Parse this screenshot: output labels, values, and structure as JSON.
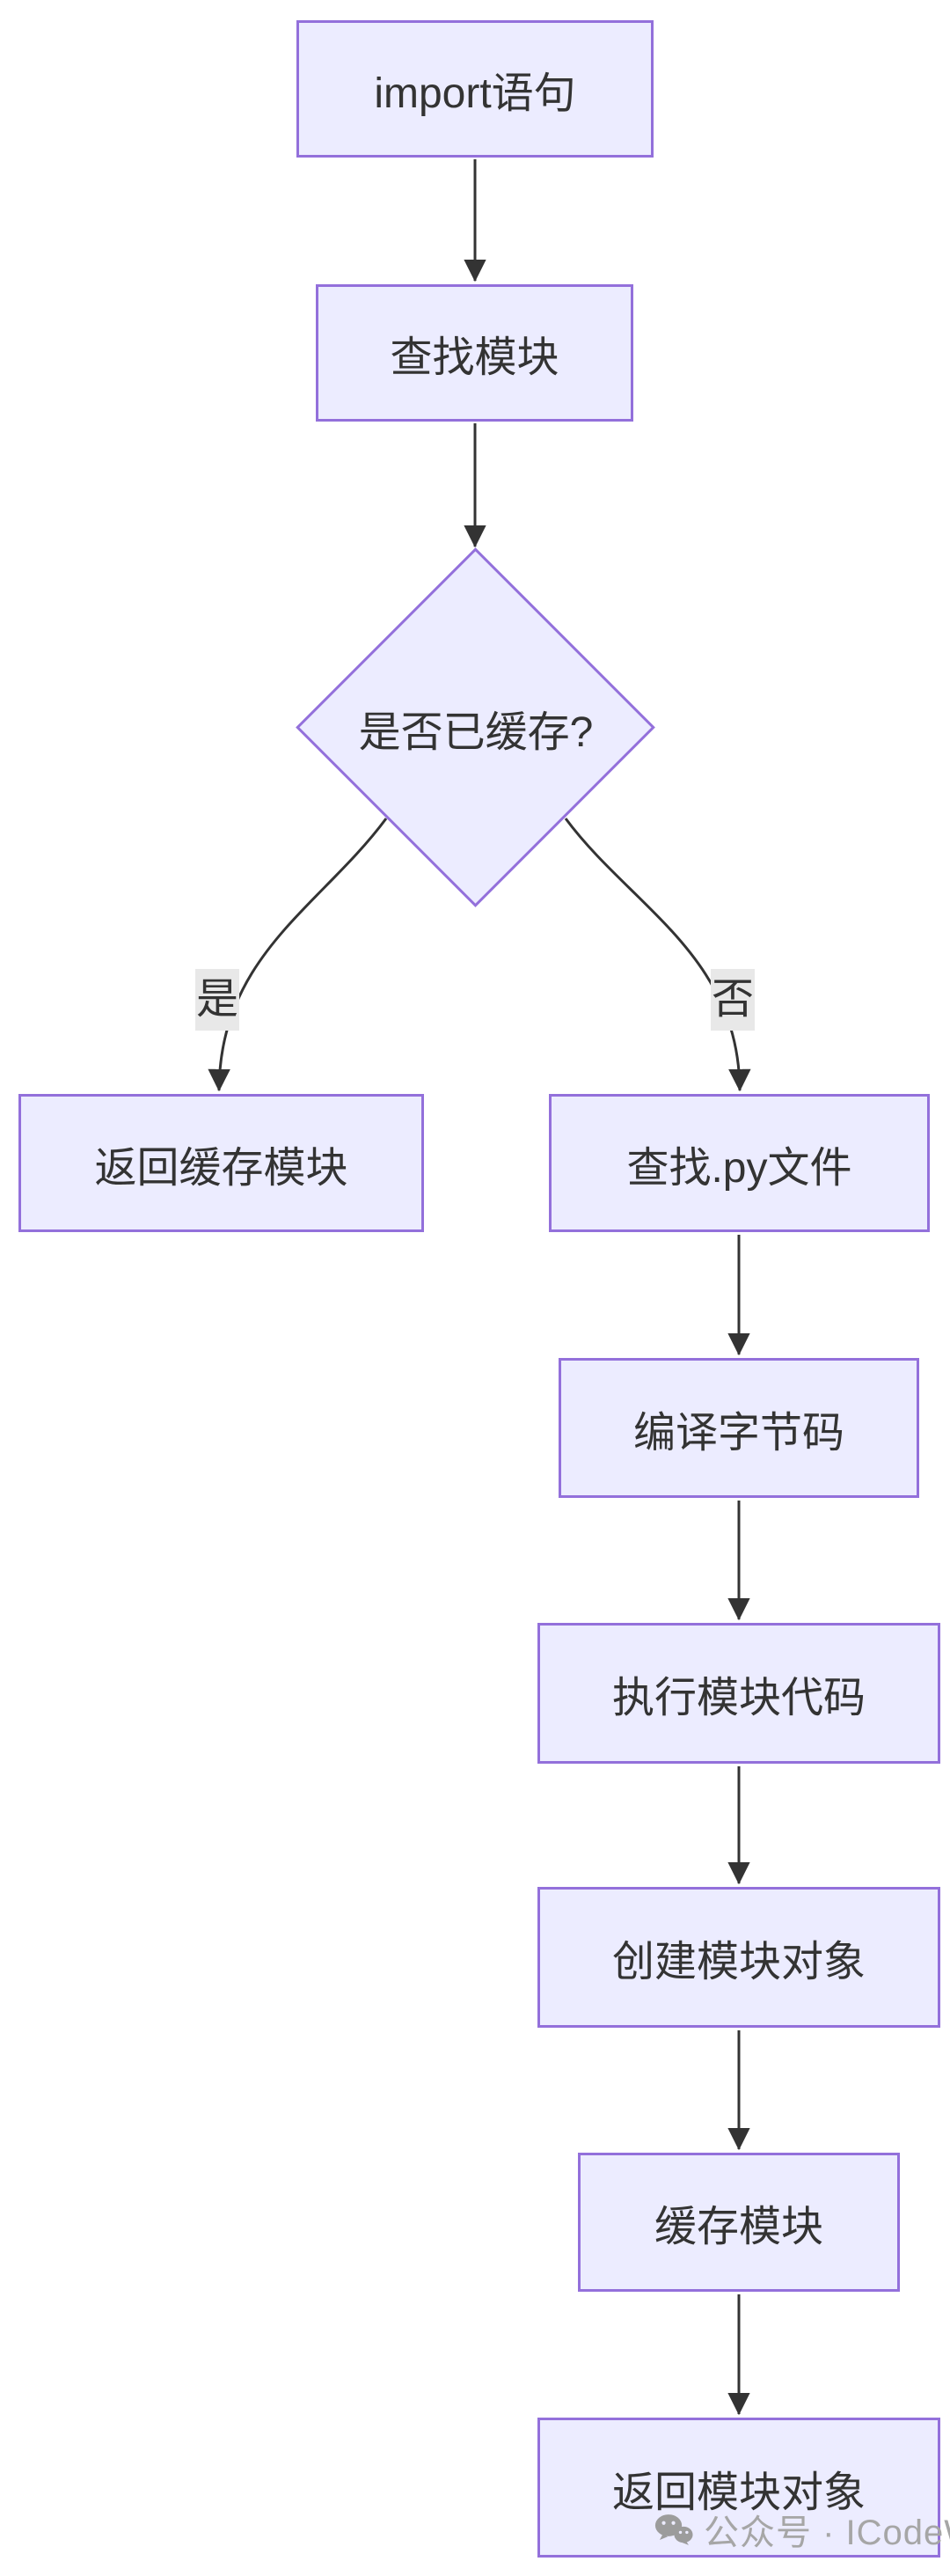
{
  "flowchart": {
    "type": "flowchart",
    "direction": "top-down",
    "nodes": [
      {
        "id": "import-statement",
        "label": "import语句",
        "shape": "rect"
      },
      {
        "id": "find-module",
        "label": "查找模块",
        "shape": "rect"
      },
      {
        "id": "cache-check",
        "label": "是否已缓存?",
        "shape": "diamond"
      },
      {
        "id": "return-cached-module",
        "label": "返回缓存模块",
        "shape": "rect"
      },
      {
        "id": "find-py-file",
        "label": "查找.py文件",
        "shape": "rect"
      },
      {
        "id": "compile-bytecode",
        "label": "编译字节码",
        "shape": "rect"
      },
      {
        "id": "execute-module-code",
        "label": "执行模块代码",
        "shape": "rect"
      },
      {
        "id": "create-module-object",
        "label": "创建模块对象",
        "shape": "rect"
      },
      {
        "id": "cache-module",
        "label": "缓存模块",
        "shape": "rect"
      },
      {
        "id": "return-module-object",
        "label": "返回模块对象",
        "shape": "rect"
      }
    ],
    "edges": [
      {
        "from": "import-statement",
        "to": "find-module",
        "label": ""
      },
      {
        "from": "find-module",
        "to": "cache-check",
        "label": ""
      },
      {
        "from": "cache-check",
        "to": "return-cached-module",
        "label": "是"
      },
      {
        "from": "cache-check",
        "to": "find-py-file",
        "label": "否"
      },
      {
        "from": "find-py-file",
        "to": "compile-bytecode",
        "label": ""
      },
      {
        "from": "compile-bytecode",
        "to": "execute-module-code",
        "label": ""
      },
      {
        "from": "execute-module-code",
        "to": "create-module-object",
        "label": ""
      },
      {
        "from": "create-module-object",
        "to": "cache-module",
        "label": ""
      },
      {
        "from": "cache-module",
        "to": "return-module-object",
        "label": ""
      }
    ],
    "edge_labels": {
      "yes": "是",
      "no": "否"
    },
    "colors": {
      "node_fill": "#ECECFF",
      "node_border": "#9370DB",
      "edge": "#333333",
      "edge_label_bg": "#e8e8e8",
      "text": "#333333"
    }
  },
  "watermark": {
    "text": "公众号 · ICodeWR",
    "icon": "wechat-icon",
    "color": "#a6a6a6"
  }
}
